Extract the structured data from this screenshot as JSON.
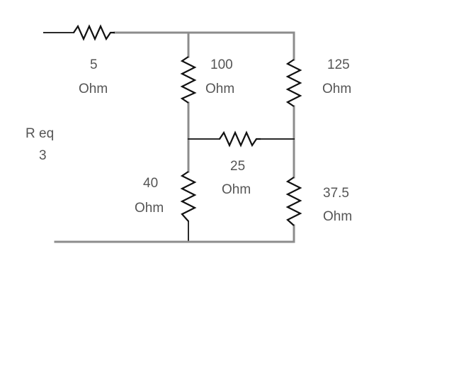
{
  "req_label": {
    "line1": "R eq",
    "line2": "3"
  },
  "resistors": {
    "r5": {
      "value": "5",
      "unit": "Ohm"
    },
    "r100": {
      "value": "100",
      "unit": "Ohm"
    },
    "r125": {
      "value": "125",
      "unit": "Ohm"
    },
    "r25": {
      "value": "25",
      "unit": "Ohm"
    },
    "r40": {
      "value": "40",
      "unit": "Ohm"
    },
    "r375": {
      "value": "37.5",
      "unit": "Ohm"
    }
  }
}
